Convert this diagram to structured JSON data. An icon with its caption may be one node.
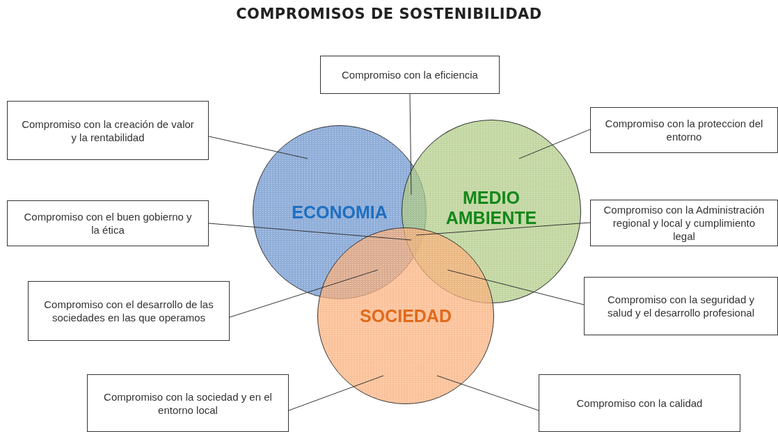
{
  "diagram": {
    "title": "COMPROMISOS DE SOSTENIBILIDAD",
    "nodes": [
      {
        "text": [
          "ECONOMIA"
        ]
      },
      {
        "text": [
          "MEDIO AMBIENTE"
        ]
      },
      {
        "text": [
          "SOCIEDAD"
        ]
      },
      {
        "text": [
          "Compromiso con la eficiencia"
        ]
      },
      {
        "text": [
          "Compromiso con la creación de valor y la rentabilidad"
        ]
      },
      {
        "text": [
          "Compromiso con la proteccion del entorno"
        ]
      },
      {
        "text": [
          "Compromiso con el buen gobierno y la ética"
        ]
      },
      {
        "text": [
          "Compromiso con la Administración regional y local y cumplimiento legal"
        ]
      },
      {
        "text": [
          "Compromiso con el desarrollo de las sociedades en las que operamos"
        ]
      },
      {
        "text": [
          "Compromiso con la seguridad y salud y el desarrollo profesional"
        ]
      },
      {
        "text": [
          "Compromiso con la sociedad y en el entorno local"
        ]
      },
      {
        "text": [
          "Compromiso con la calidad"
        ]
      }
    ],
    "edges": [
      {
        "from": 3,
        "to": 0,
        "arrow": "none"
      },
      {
        "from": 4,
        "to": 0,
        "arrow": "none"
      },
      {
        "from": 5,
        "to": 1,
        "arrow": "none"
      },
      {
        "from": 6,
        "to": 0,
        "arrow": "none"
      },
      {
        "from": 7,
        "to": 0,
        "arrow": "none"
      },
      {
        "from": 8,
        "to": 0,
        "arrow": "none"
      },
      {
        "from": 9,
        "to": 2,
        "arrow": "none"
      },
      {
        "from": 10,
        "to": 2,
        "arrow": "none"
      },
      {
        "from": 11,
        "to": 2,
        "arrow": "none"
      }
    ]
  }
}
